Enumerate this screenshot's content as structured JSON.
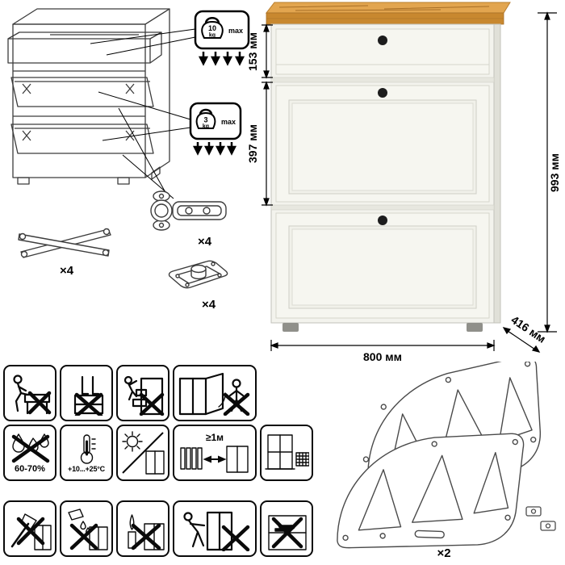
{
  "product": {
    "dimensions": {
      "drawer_height": "153 мм",
      "flap_height": "397 мм",
      "total_height": "993 мм",
      "width": "800 мм",
      "depth": "416 мм"
    }
  },
  "load_limits": {
    "drawer": {
      "value": "10",
      "unit": "kg",
      "label": "max"
    },
    "flap": {
      "value": "3",
      "unit": "kg",
      "label": "max"
    }
  },
  "hardware": {
    "lift_arms_qty": "×4",
    "hinges_qty": "×4",
    "plates_qty": "×4",
    "side_frames_qty": "×2"
  },
  "care": {
    "humidity_range": "60-70%",
    "temperature_range": "+10...+25°С",
    "min_distance": "≥1м"
  }
}
